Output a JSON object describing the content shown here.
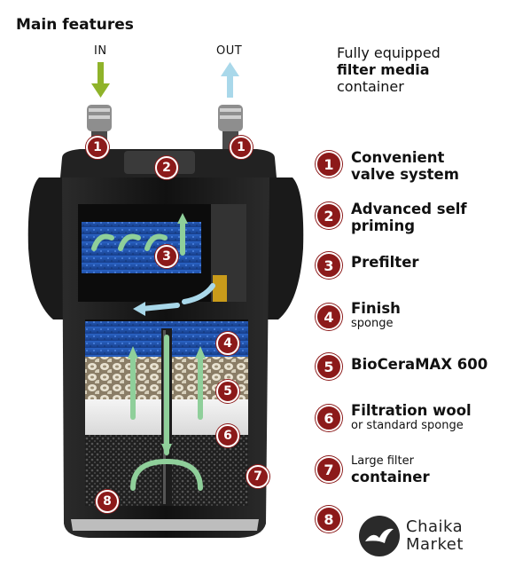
{
  "title": "Main features",
  "flow": {
    "in": "IN",
    "out": "OUT"
  },
  "header": {
    "line1": "Fully equipped",
    "line2": "filter media",
    "line3": "container"
  },
  "features": [
    {
      "num": "1",
      "main": "Convenient",
      "main2": "valve system"
    },
    {
      "num": "2",
      "main": "Advanced self",
      "main2": "priming"
    },
    {
      "num": "3",
      "main": "Prefilter"
    },
    {
      "num": "4",
      "main": "Finish",
      "sub": "sponge"
    },
    {
      "num": "5",
      "main": "BioCeraMAX 600"
    },
    {
      "num": "6",
      "main": "Filtration wool",
      "sub": "or standard sponge"
    },
    {
      "num": "7",
      "pre": "Large filter",
      "main": "container"
    },
    {
      "num": "8"
    }
  ],
  "brand": {
    "line1": "Chaika",
    "line2": "Market"
  },
  "colors": {
    "badge": "#8c1a1a",
    "arrow_in": "#8fb32a",
    "arrow_out": "#a9d8ea",
    "flow_arrow": "#8fcf9a"
  }
}
